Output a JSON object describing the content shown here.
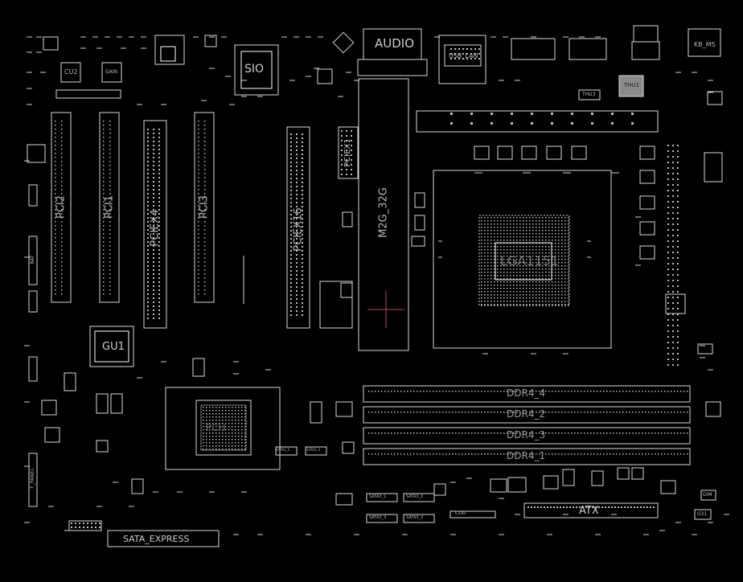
{
  "components": {
    "audio": "AUDIO",
    "sio": "SIO",
    "usb_lan": "USB_LAN",
    "kb_ms": "KB_MS",
    "thu1": "THU1",
    "thu3": "THU3",
    "cu2": "CU2",
    "gain": "GAIN",
    "pci2": "PCI2",
    "pci1": "PCI1",
    "pciex4": "PCIEX4",
    "pci3": "PCI3",
    "pciex16": "PCIEX16",
    "pciex1": "PCIEX1",
    "m2g": "M2G_32G",
    "cpu": "LGA1151",
    "gu1": "GU1",
    "pch": "PCH",
    "ddr4_4": "DDR4_4",
    "ddr4_2": "DDR4_2",
    "ddr4_3": "DDR4_3",
    "ddr4_1": "DDR4_1",
    "atx": "ATX",
    "sata_express": "SATA_EXPRESS",
    "sata3_1": "SATA3_1",
    "sata3_0": "SATA3_0",
    "sata3_3": "SATA3_3",
    "sata3_2": "SATA3_2",
    "sata3_5": "SATA3_5",
    "sata3_4": "SATA3_4",
    "f_panel": "F_PANEL",
    "dim": "DIM",
    "g31": "G31",
    "cod": "COD",
    "bat": "BAT"
  },
  "colors": {
    "background": "#000000",
    "outline": "#d8d8d8",
    "label": "#b8b8b8",
    "chip_fill": "#8a8a8a",
    "marker": "#b04a52"
  }
}
